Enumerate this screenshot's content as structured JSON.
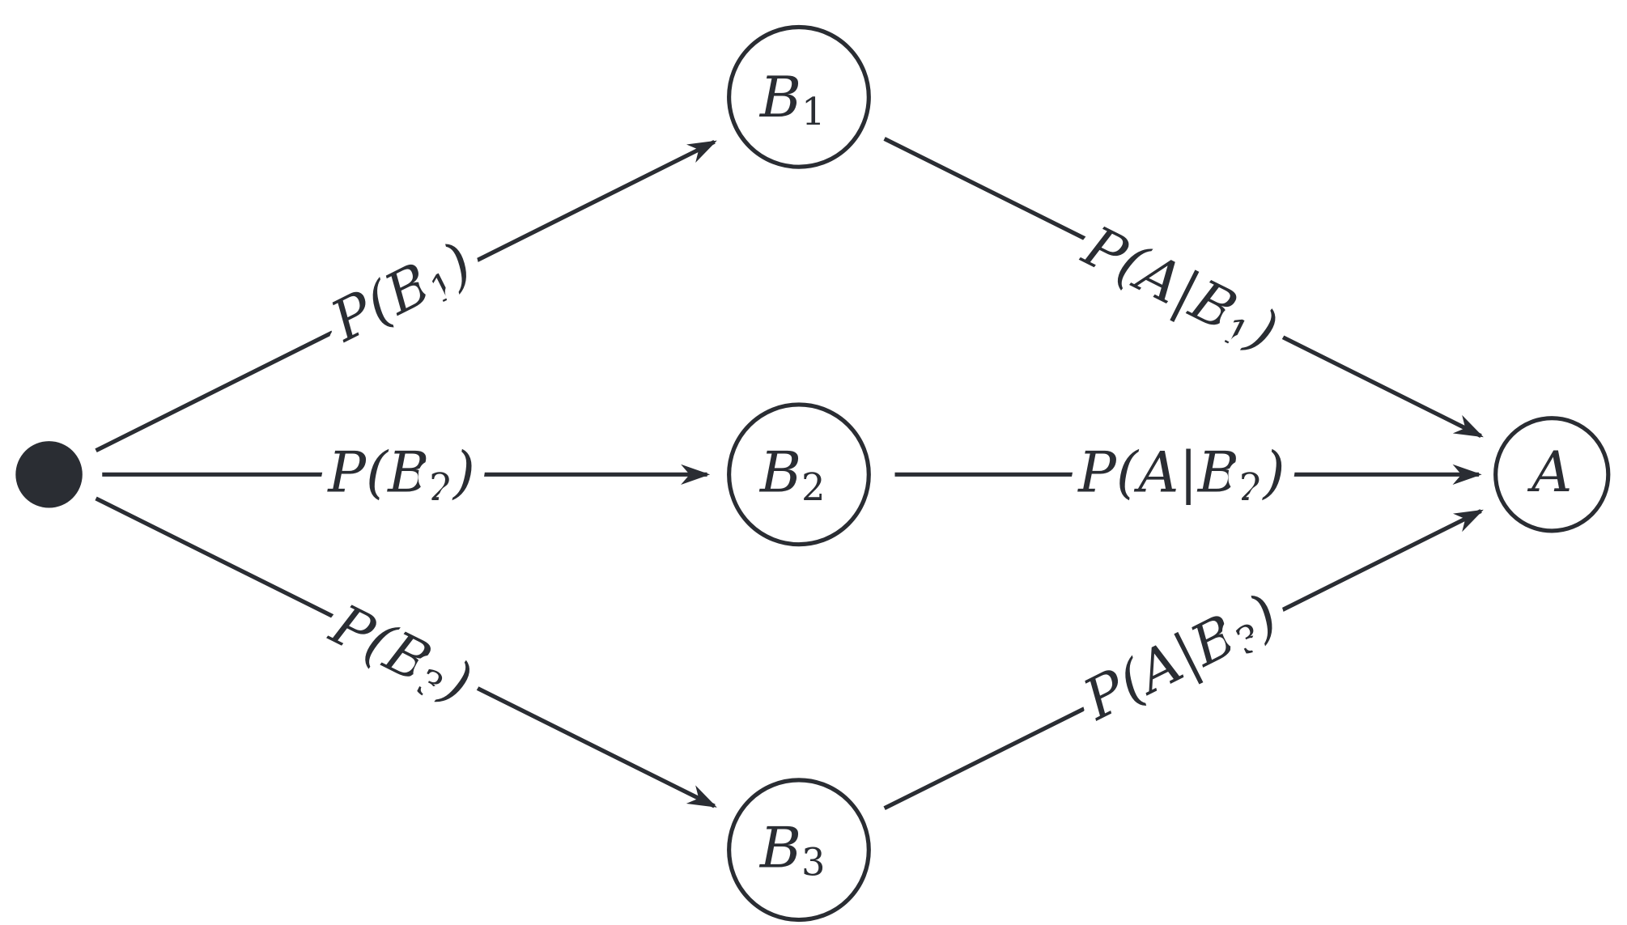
{
  "colors": {
    "ink": "#2a2d33",
    "background": "#ffffff"
  },
  "nodes": {
    "start": {
      "label": ""
    },
    "b1": {
      "base": "B",
      "sub": "1"
    },
    "b2": {
      "base": "B",
      "sub": "2"
    },
    "b3": {
      "base": "B",
      "sub": "3"
    },
    "a": {
      "base": "A",
      "sub": ""
    }
  },
  "edges": {
    "start_b1": {
      "prefix": "P(B",
      "sub": "1",
      "suffix": ")"
    },
    "start_b2": {
      "prefix": "P(B",
      "sub": "2",
      "suffix": ")"
    },
    "start_b3": {
      "prefix": "P(B",
      "sub": "3",
      "suffix": ")"
    },
    "b1_a": {
      "prefix": "P(A|B",
      "sub": "1",
      "suffix": ")"
    },
    "b2_a": {
      "prefix": "P(A|B",
      "sub": "2",
      "suffix": ")"
    },
    "b3_a": {
      "prefix": "P(A|B",
      "sub": "3",
      "suffix": ")"
    }
  }
}
